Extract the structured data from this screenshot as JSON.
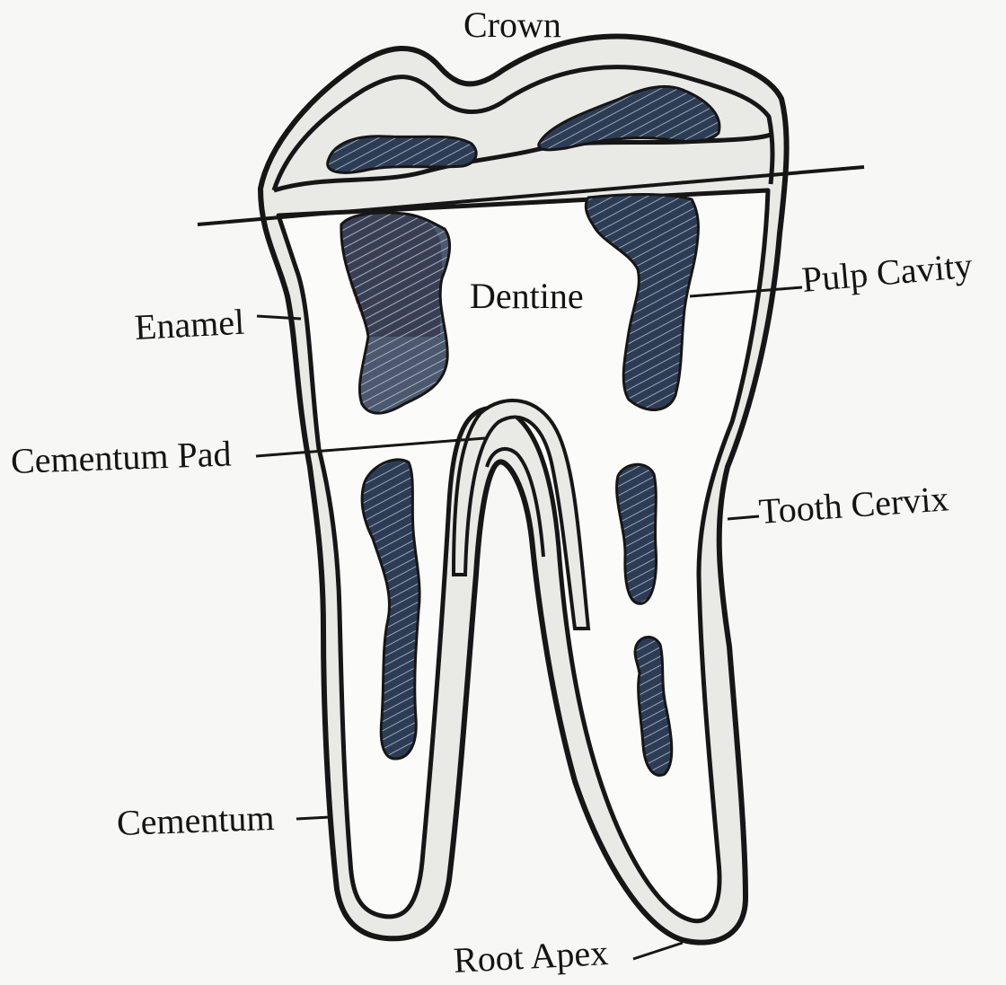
{
  "labels": {
    "crown": "Crown",
    "dentine": "Dentine",
    "pulp_cavity": "Pulp Cavity",
    "enamel": "Enamel",
    "cementum_pad": "Cementum Pad",
    "tooth_cervix": "Tooth Cervix",
    "cementum": "Cementum",
    "root_apex": "Root Apex"
  },
  "colors": {
    "line": "#161616",
    "enamel_fill": "#e9e9e6",
    "pulp_fill": "#2d3c55",
    "pulp_hatch": "#9aa4b6",
    "pulp_warm": "#8a5a5a",
    "background": "#f7f7f5"
  }
}
